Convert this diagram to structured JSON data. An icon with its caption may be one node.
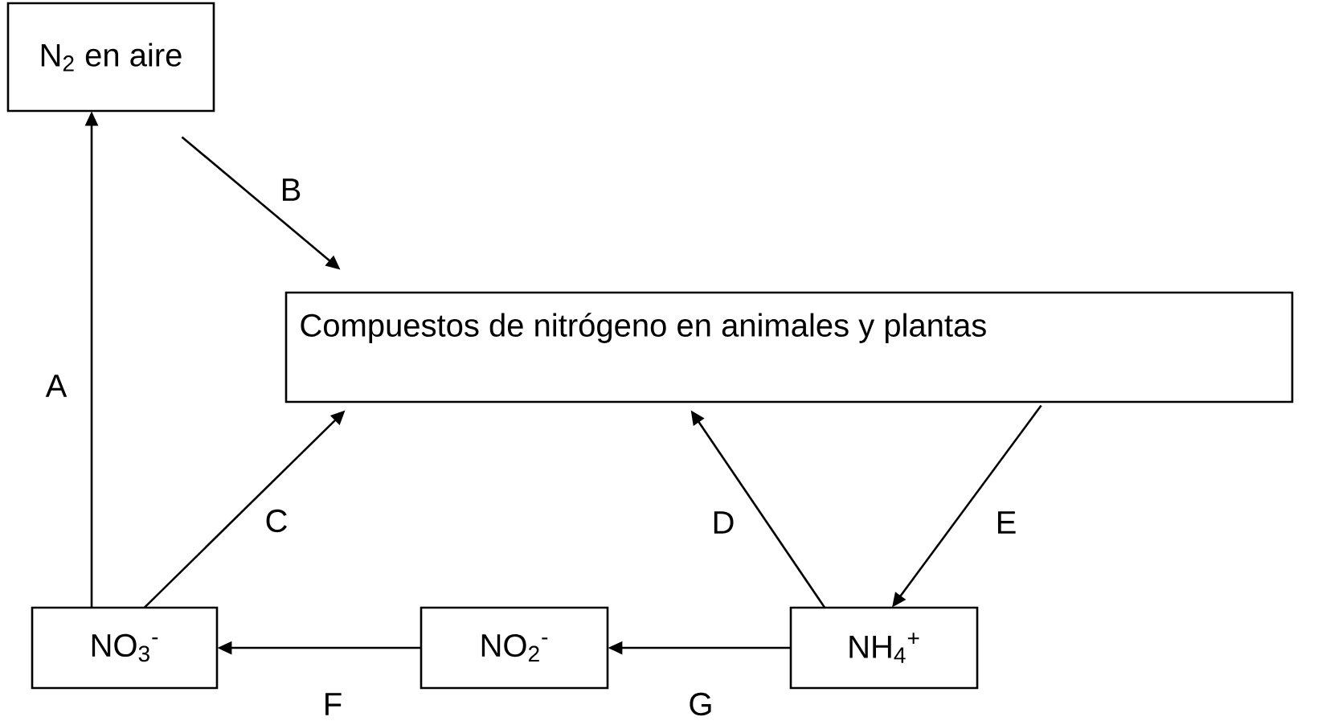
{
  "diagram": {
    "nodes": [
      {
        "text": [
          "N$_{2}$ en aire"
        ]
      },
      {
        "text": [
          "Compuestos de nitrógeno en animales y plantas"
        ]
      },
      {
        "text": [
          "NO$_{3}$$^{-}$"
        ]
      },
      {
        "text": [
          "NO$_{2}$$^{-}$"
        ]
      },
      {
        "text": [
          "NH$_{4}$$^{+}$"
        ]
      }
    ],
    "edges": [
      {
        "from": 2,
        "to": 0,
        "arrow": "to",
        "label": "A"
      },
      {
        "from": 0,
        "to": 1,
        "arrow": "to",
        "label": "B"
      },
      {
        "from": 2,
        "to": 1,
        "arrow": "to",
        "label": "C"
      },
      {
        "from": 4,
        "to": 1,
        "arrow": "to",
        "label": "D"
      },
      {
        "from": 1,
        "to": 4,
        "arrow": "to",
        "label": "E"
      },
      {
        "from": 3,
        "to": 2,
        "arrow": "to",
        "label": "F"
      },
      {
        "from": 4,
        "to": 3,
        "arrow": "to",
        "label": "G"
      }
    ]
  }
}
